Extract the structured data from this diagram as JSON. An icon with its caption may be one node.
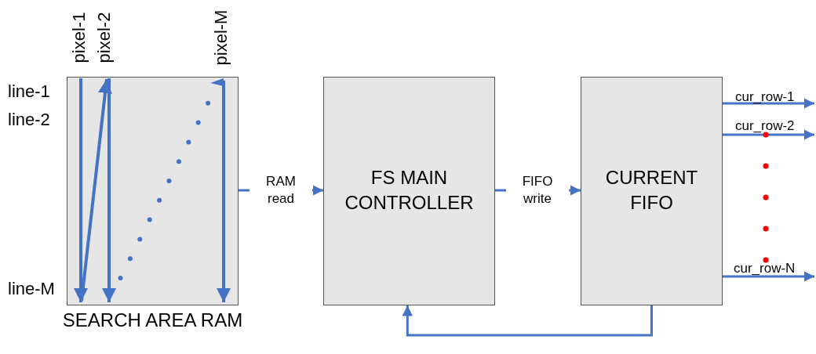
{
  "diagram": {
    "nodes": [
      {
        "text": [
          "SEARCH AREA RAM"
        ]
      },
      {
        "text": [
          "FS MAIN CONTROLLER"
        ]
      },
      {
        "text": [
          "CURRENT FIFO"
        ]
      }
    ],
    "edges": [
      {
        "from": 0,
        "to": 1,
        "arrow": "to",
        "label": "RAM read"
      },
      {
        "from": 1,
        "to": 2,
        "arrow": "to",
        "label": "FIFO write"
      },
      {
        "from": 2,
        "to": 1,
        "arrow": "to"
      },
      {
        "from": 2,
        "to": null,
        "arrow": "to",
        "label": "cur_row-1"
      },
      {
        "from": 2,
        "to": null,
        "arrow": "to",
        "label": "cur_row-2"
      },
      {
        "from": 2,
        "to": null,
        "arrow": "to",
        "label": "cur_row-N"
      }
    ],
    "labels": [
      "pixel-1",
      "pixel-2",
      "pixel-M",
      "line-1",
      "line-2",
      "line-M"
    ]
  }
}
